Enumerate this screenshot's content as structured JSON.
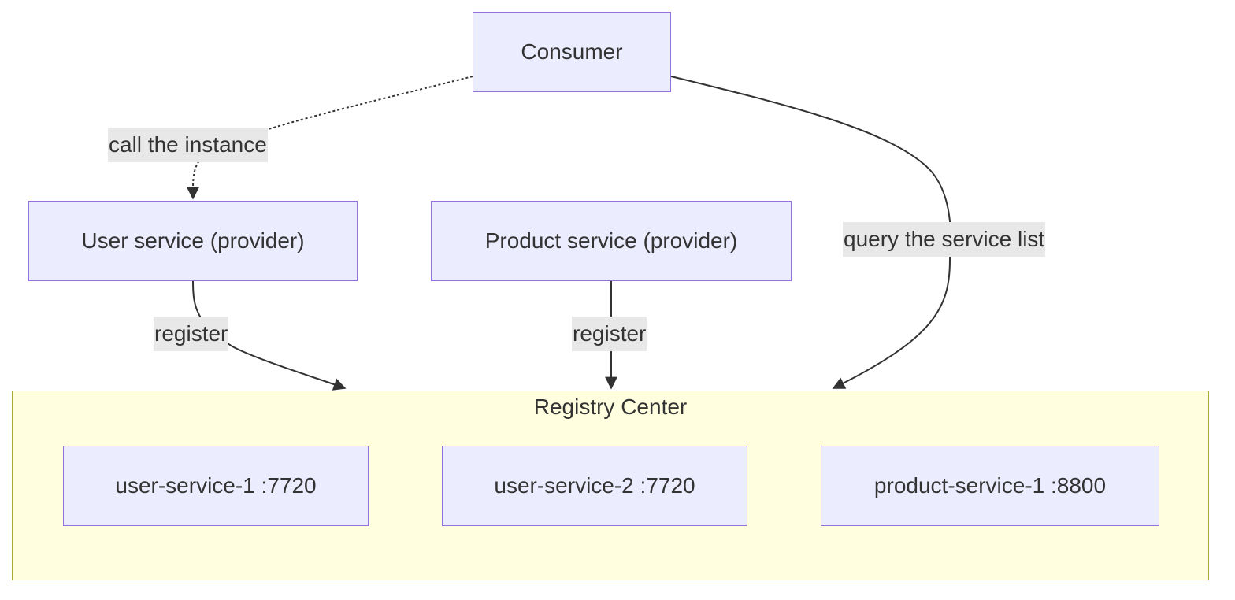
{
  "diagram": {
    "type": "flowchart",
    "nodes": {
      "consumer": "Consumer",
      "user_service": "User service (provider)",
      "product_service": "Product service (provider)"
    },
    "registry": {
      "title": "Registry Center",
      "instances": [
        "user-service-1 :7720",
        "user-service-2 :7720",
        "product-service-1 :8800"
      ]
    },
    "edges": [
      {
        "from": "consumer",
        "to": "user_service",
        "label": "call the instance",
        "style": "dotted"
      },
      {
        "from": "consumer",
        "to": "registry",
        "label": "query the service list",
        "style": "solid"
      },
      {
        "from": "user_service",
        "to": "registry",
        "label": "register",
        "style": "solid"
      },
      {
        "from": "product_service",
        "to": "registry",
        "label": "register",
        "style": "solid"
      }
    ],
    "colors": {
      "node_fill": "#ececff",
      "node_border": "#9370db",
      "cluster_fill": "#ffffdf",
      "cluster_border": "#aaaa33",
      "edge": "#333333",
      "label_bg": "#e8e8e8"
    }
  }
}
